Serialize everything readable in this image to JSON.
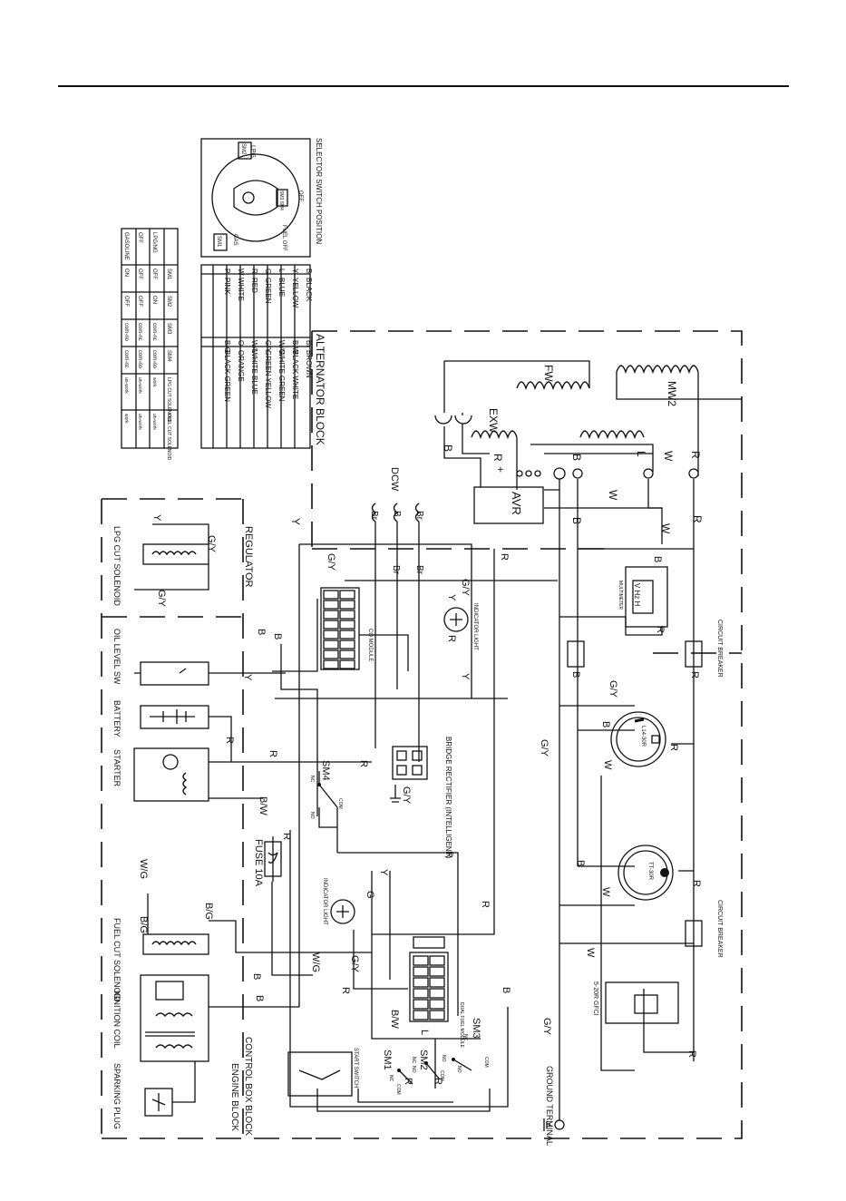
{
  "selector": {
    "title": "SELECTOR SWITCH POSITION",
    "labels": {
      "lpg": "LPG",
      "sm2": "SM2",
      "off": "OFF",
      "sm3sm4": "SM3 SM4",
      "fueloff": "FUEL OFF",
      "gas": "GAS",
      "sm1": "SM1"
    }
  },
  "color_code": {
    "rows": [
      [
        "B",
        "BLACK",
        "Br",
        "BROWN"
      ],
      [
        "Y",
        "YELLOW",
        "B/W",
        "BLACK WHITE"
      ],
      [
        "L",
        "BLUE",
        "W/G",
        "WHITE GREEN"
      ],
      [
        "G",
        "GREEN",
        "G/Y",
        "GREEN YELLOW"
      ],
      [
        "R",
        "RED",
        "W/L",
        "WHITE BLUE"
      ],
      [
        "W",
        "WHITE",
        "O",
        "ORANGE"
      ],
      [
        "P",
        "PINK",
        "B/G",
        "BLACK GREEN"
      ]
    ]
  },
  "mode_table": {
    "header": [
      "",
      "SM1",
      "SM2",
      "SM3",
      "SM4",
      "LPG CUT SOLENOID",
      "FUEL CUT SOLENOID"
    ],
    "rows": [
      [
        "LPG/NG",
        "OFF",
        "ON",
        "com-nc",
        "com-no",
        "work",
        "un-work"
      ],
      [
        "OFF",
        "OFF",
        "OFF",
        "com-nc",
        "com-no",
        "un-work",
        "un-work"
      ],
      [
        "GASOLINE",
        "ON",
        "OFF",
        "com-no",
        "com-nc",
        "un-work",
        "work"
      ]
    ]
  },
  "blocks": {
    "alternator": "ALTERNATOR BLOCK",
    "control_box": "CONTROL BOX BLOCK",
    "engine": "ENGINE BLOCK"
  },
  "components": {
    "mw2": "MW2",
    "fw": "FW",
    "exw": "EXW",
    "avr": "AVR",
    "dcw": "DCW",
    "regulator": "REGULATOR",
    "lpg_cut_solenoid": "LPG CUT SOLENOID",
    "co_module": "CO MODULE",
    "indicator_light": "INDICATOR LIGHT",
    "multimeter": "MULTIMETER",
    "multimeter_display": "V Hz H",
    "circuit_breaker": "CIRCUIT BREAKER",
    "oil_level_sw": "OIL LEVEL SW",
    "battery": "BATTERY",
    "starter": "STARTER",
    "bridge_rectifier": "BRIDGE RECTIFIER (INTELLIGENT)",
    "l14_30r": "L14-30R",
    "tt_30r": "TT-30R",
    "sm4": "SM4",
    "fuse": "FUSE 10A",
    "fuel_cut_solenoid": "FUEL CUT SOLENOID",
    "dual_fuel_module": "DUAL FUEL MODULE",
    "gfci": "5-20R GFCI",
    "ignition_coil": "IGNITION COIL",
    "sparking_plug": "SPARKING PLUG",
    "start_switch": "START SWITCH",
    "sm1": "SM1",
    "sm2": "SM2",
    "sm3": "SM3",
    "ground_terminal": "GROUND TERMINAL",
    "switch_nc": "NC",
    "switch_no": "NO",
    "switch_com": "COM"
  },
  "wire_labels": {
    "B": "B",
    "R": "R",
    "W": "W",
    "L": "L",
    "Y": "Y",
    "GY": "G/Y",
    "Br": "Br",
    "BW": "B/W",
    "WG": "W/G",
    "BG": "B/G",
    "G": "G",
    "plus": "+"
  }
}
